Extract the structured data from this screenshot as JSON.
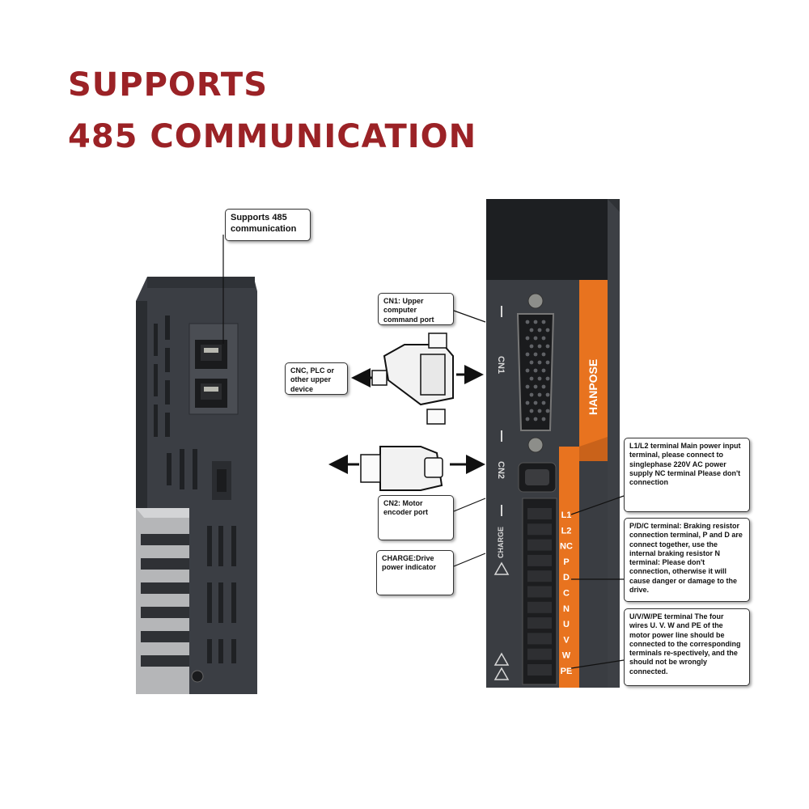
{
  "headline": {
    "line1": "SUPPORTS",
    "line2": "485 COMMUNICATION"
  },
  "callouts": {
    "rs485": "Supports 485\ncommunication",
    "cn1": "CN1: Upper\ncomputer\ncommand port",
    "cnc": "CNC, PLC or\nother upper\ndevice",
    "cn2": "CN2: Motor\nencoder port",
    "charge": "CHARGE:Drive\npower indicator",
    "l1l2": "L1/L2 terminal Main power input terminal, please connect to singlephase 220V AC power supply NC terminal Please don't connection",
    "pdc": "P/D/C terminal: Braking resistor connection terminal, P and D are connect together, use the internal braking resistor N terminal: Please don't connection, otherwise it will cause danger or damage to the drive.",
    "uvw": "U/V/W/PE terminal The four wires U. V. W and PE of the motor power line should be connected to the corresponding terminals re-spectively, and the should not be wrongly connected."
  },
  "device_labels": {
    "brand": "HANPOSE",
    "cn1": "CN1",
    "cn2": "CN2",
    "charge": "CHARGE",
    "terminals": [
      "L1",
      "L2",
      "NC",
      "P",
      "D",
      "C",
      "N",
      "U",
      "V",
      "W",
      "PE"
    ]
  },
  "colors": {
    "headline": "#9b2226",
    "orange": "#e8731f",
    "device_body": "#3a3d42"
  }
}
